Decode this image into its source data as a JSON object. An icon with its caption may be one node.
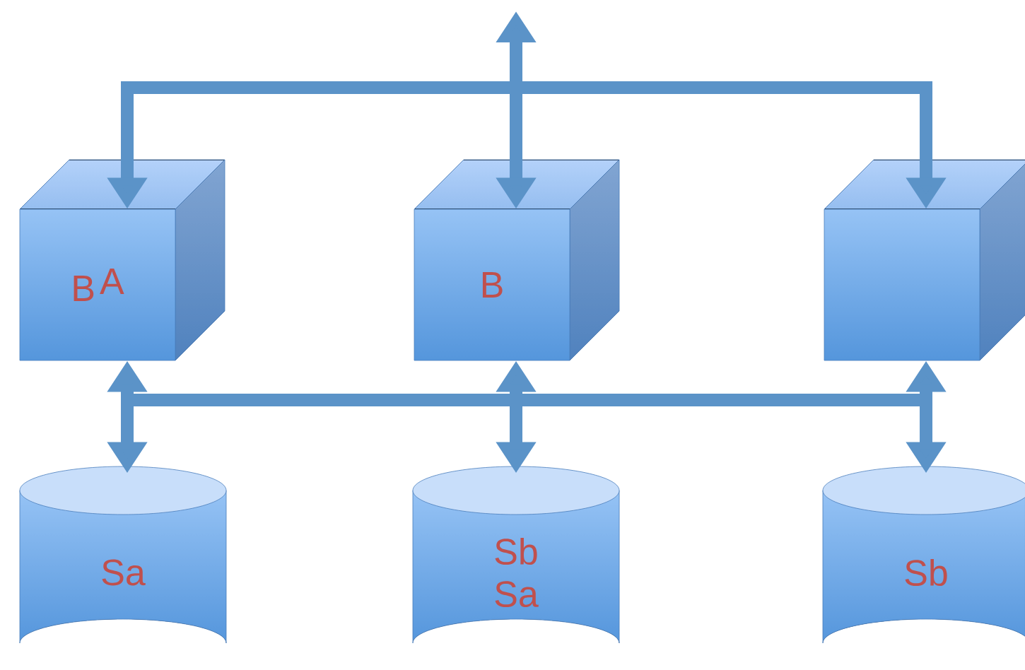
{
  "diagram": {
    "nodes": [
      {
        "text": [
          "B",
          "A"
        ]
      },
      {
        "text": [
          "B"
        ]
      },
      {
        "text": [],
        "shape": "box"
      },
      {
        "text": [
          "Sa"
        ]
      },
      {
        "text": [
          "Sb",
          "Sa"
        ]
      },
      {
        "text": [
          "Sb"
        ]
      }
    ],
    "edges": [
      {
        "from": 0,
        "to": 2,
        "arrow": "both"
      },
      {
        "from": 1,
        "to": null,
        "arrow": "both"
      },
      {
        "from": 0,
        "to": 3,
        "arrow": "both"
      },
      {
        "from": 1,
        "to": 4,
        "arrow": "both"
      },
      {
        "from": 2,
        "to": 5,
        "arrow": "both"
      },
      {
        "from": 3,
        "to": 4,
        "arrow": "both"
      },
      {
        "from": 4,
        "to": 5,
        "arrow": "both"
      },
      {
        "from": 3,
        "to": 5,
        "arrow": "both"
      }
    ]
  }
}
